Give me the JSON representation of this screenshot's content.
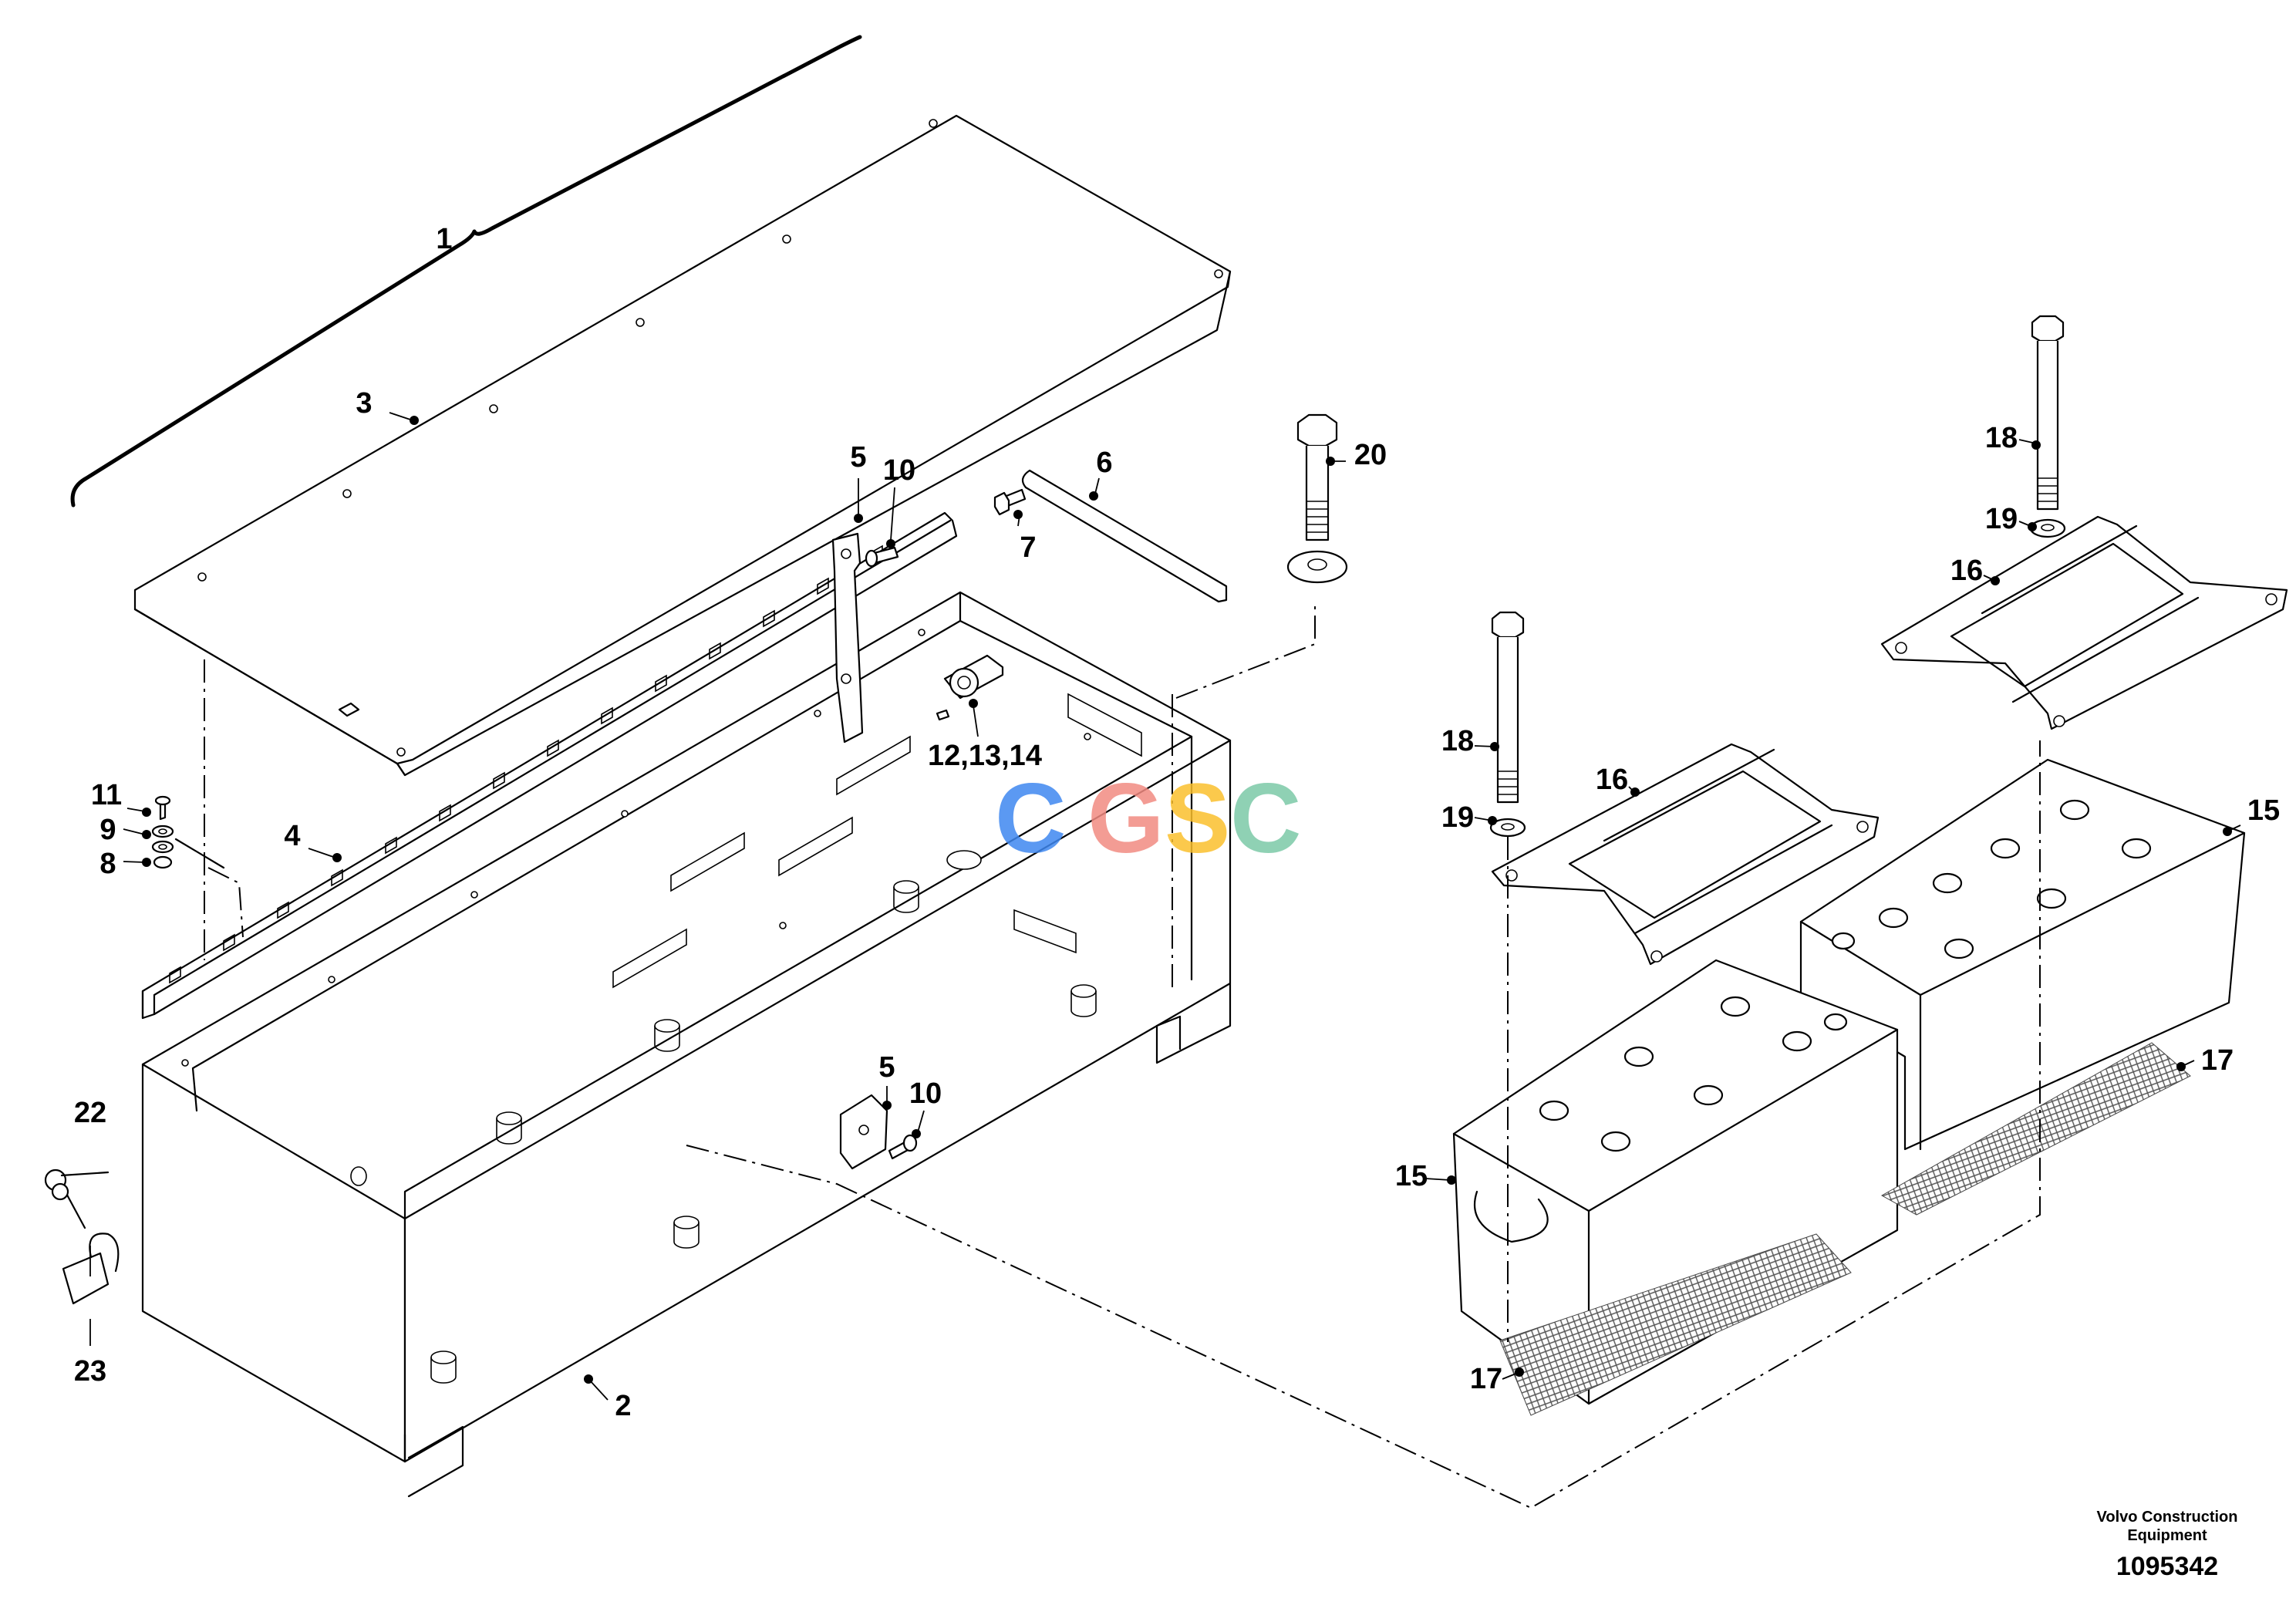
{
  "watermark": {
    "letters": [
      "C",
      "G",
      "S",
      "C"
    ],
    "colors": [
      "#3f88f0",
      "#f28b82",
      "#fbc02d",
      "#7cc9a8"
    ]
  },
  "labels": {
    "p1": "1",
    "p2": "2",
    "p3": "3",
    "p4": "4",
    "p5a": "5",
    "p5b": "5",
    "p6": "6",
    "p7": "7",
    "p8": "8",
    "p9": "9",
    "p10a": "10",
    "p10b": "10",
    "p11": "11",
    "p12": "12,13,14",
    "p15a": "15",
    "p15b": "15",
    "p16a": "16",
    "p16b": "16",
    "p17a": "17",
    "p17b": "17",
    "p18a": "18",
    "p18b": "18",
    "p19a": "19",
    "p19b": "19",
    "p20": "20",
    "p22": "22",
    "p23": "23"
  },
  "footer": {
    "company_line1": "Volvo Construction",
    "company_line2": "Equipment",
    "drawing_number": "1095342"
  }
}
